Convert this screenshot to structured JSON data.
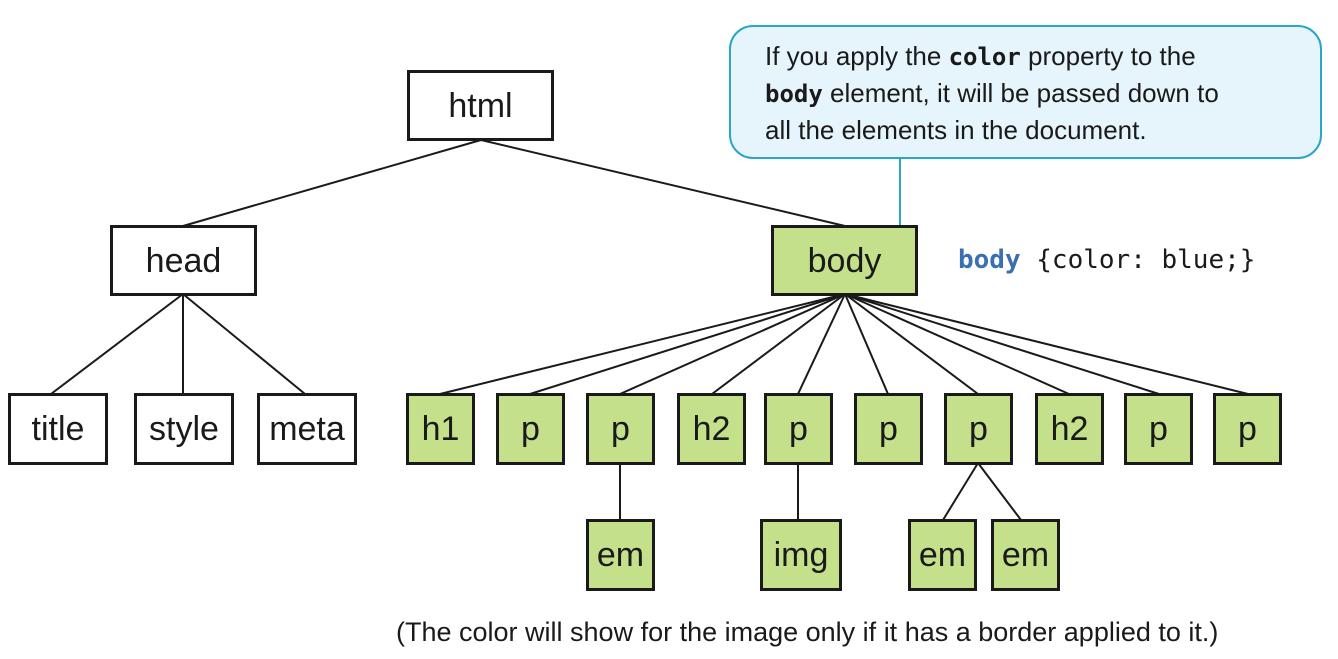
{
  "callout": {
    "line1_before": "If you apply the ",
    "line1_code": "color",
    "line1_after": " property to the",
    "line2_code": "body",
    "line2_after": " element, it will be passed down to",
    "line3": "all the elements in the document."
  },
  "css_rule": {
    "selector": "body",
    "declaration": " {color: blue;}"
  },
  "footnote": "(The color will show for the image only if it has a border applied to it.)",
  "tree": {
    "html": "html",
    "head": "head",
    "body": "body",
    "head_children": [
      "title",
      "style",
      "meta"
    ],
    "body_children": [
      "h1",
      "p",
      "p",
      "h2",
      "p",
      "p",
      "p",
      "h2",
      "p",
      "p"
    ],
    "grandchildren": [
      "em",
      "img",
      "em",
      "em"
    ]
  },
  "colors": {
    "inherited_fill": "#c5e08b",
    "callout_border": "#29a6c8",
    "callout_fill": "#e6f5fb",
    "selector_color": "#3a6fb4"
  }
}
